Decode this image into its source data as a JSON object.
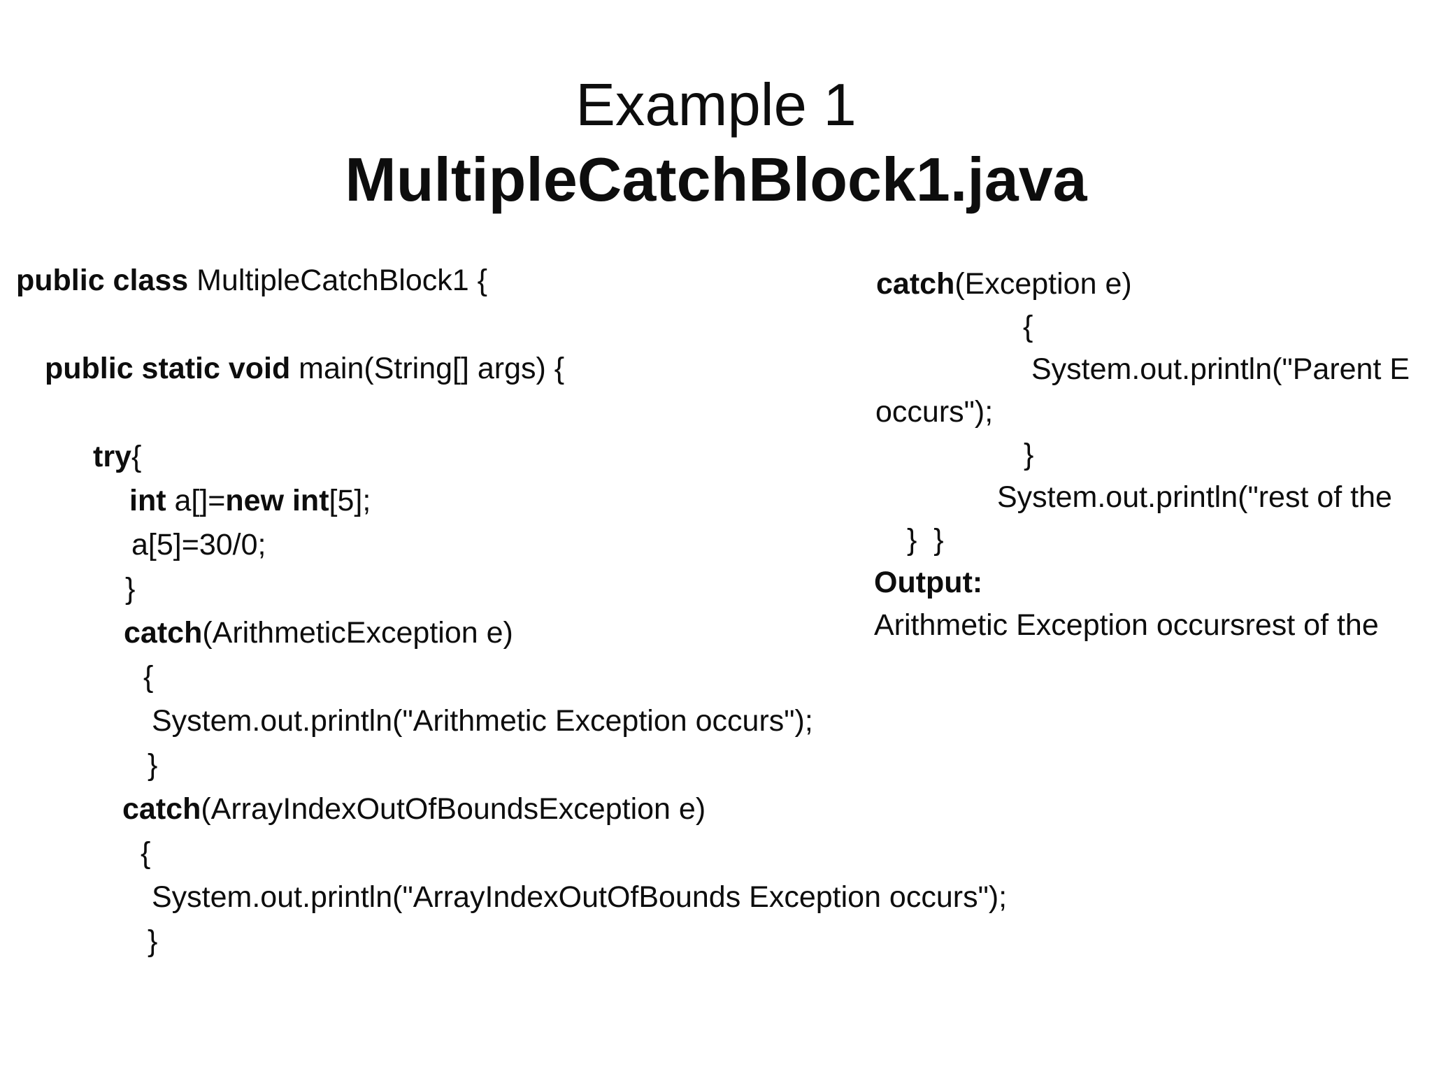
{
  "slide": {
    "title_line1": "Example 1",
    "title_line2": "MultipleCatchBlock1.java"
  },
  "code": {
    "left": [
      [
        "public class ",
        "MultipleCatchBlock1 {"
      ],
      [
        ""
      ],
      [
        "public static void ",
        "main(String[] args) {"
      ],
      [
        ""
      ],
      [
        "try",
        "{"
      ],
      [
        "int ",
        "a[]=",
        "new int",
        "[5];"
      ],
      [
        "a[5]=30/0;"
      ],
      [
        "}"
      ],
      [
        "catch",
        "(ArithmeticException e)"
      ],
      [
        "{"
      ],
      [
        "System.out.println(\"Arithmetic Exception occurs\");"
      ],
      [
        "}"
      ],
      [
        "catch",
        "(ArrayIndexOutOfBoundsException e)"
      ],
      [
        "{"
      ],
      [
        "System.out.println(\"ArrayIndexOutOfBounds Exception occurs\");"
      ],
      [
        "}"
      ]
    ],
    "right": [
      [
        "catch",
        "(Exception e)"
      ],
      [
        "{"
      ],
      [
        "System.out.println(\"Parent E"
      ],
      [
        "occurs\");"
      ],
      [
        "}"
      ],
      [
        "System.out.println(\"rest of the"
      ],
      [
        "}  }"
      ],
      [
        "Output:"
      ],
      [
        "Arithmetic Exception occursrest of the"
      ]
    ]
  }
}
